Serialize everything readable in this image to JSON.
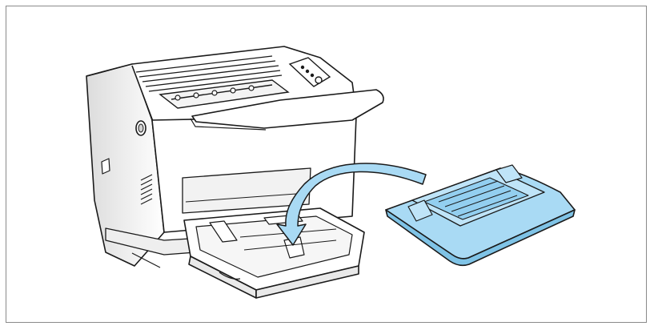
{
  "figure": {
    "caption": "",
    "colors": {
      "outline": "#1a1a1a",
      "printer_body": "#ffffff",
      "printer_shade": "#e6e6e6",
      "cover_fill": "#a9daf4",
      "cover_shade": "#7fc3e6",
      "arrow_fill": "#a9daf4",
      "frame_border": "#8a8a8a"
    },
    "parts": [
      "printer",
      "output-tray",
      "control-panel",
      "paper-cassette",
      "cassette-cover",
      "install-arrow"
    ]
  }
}
